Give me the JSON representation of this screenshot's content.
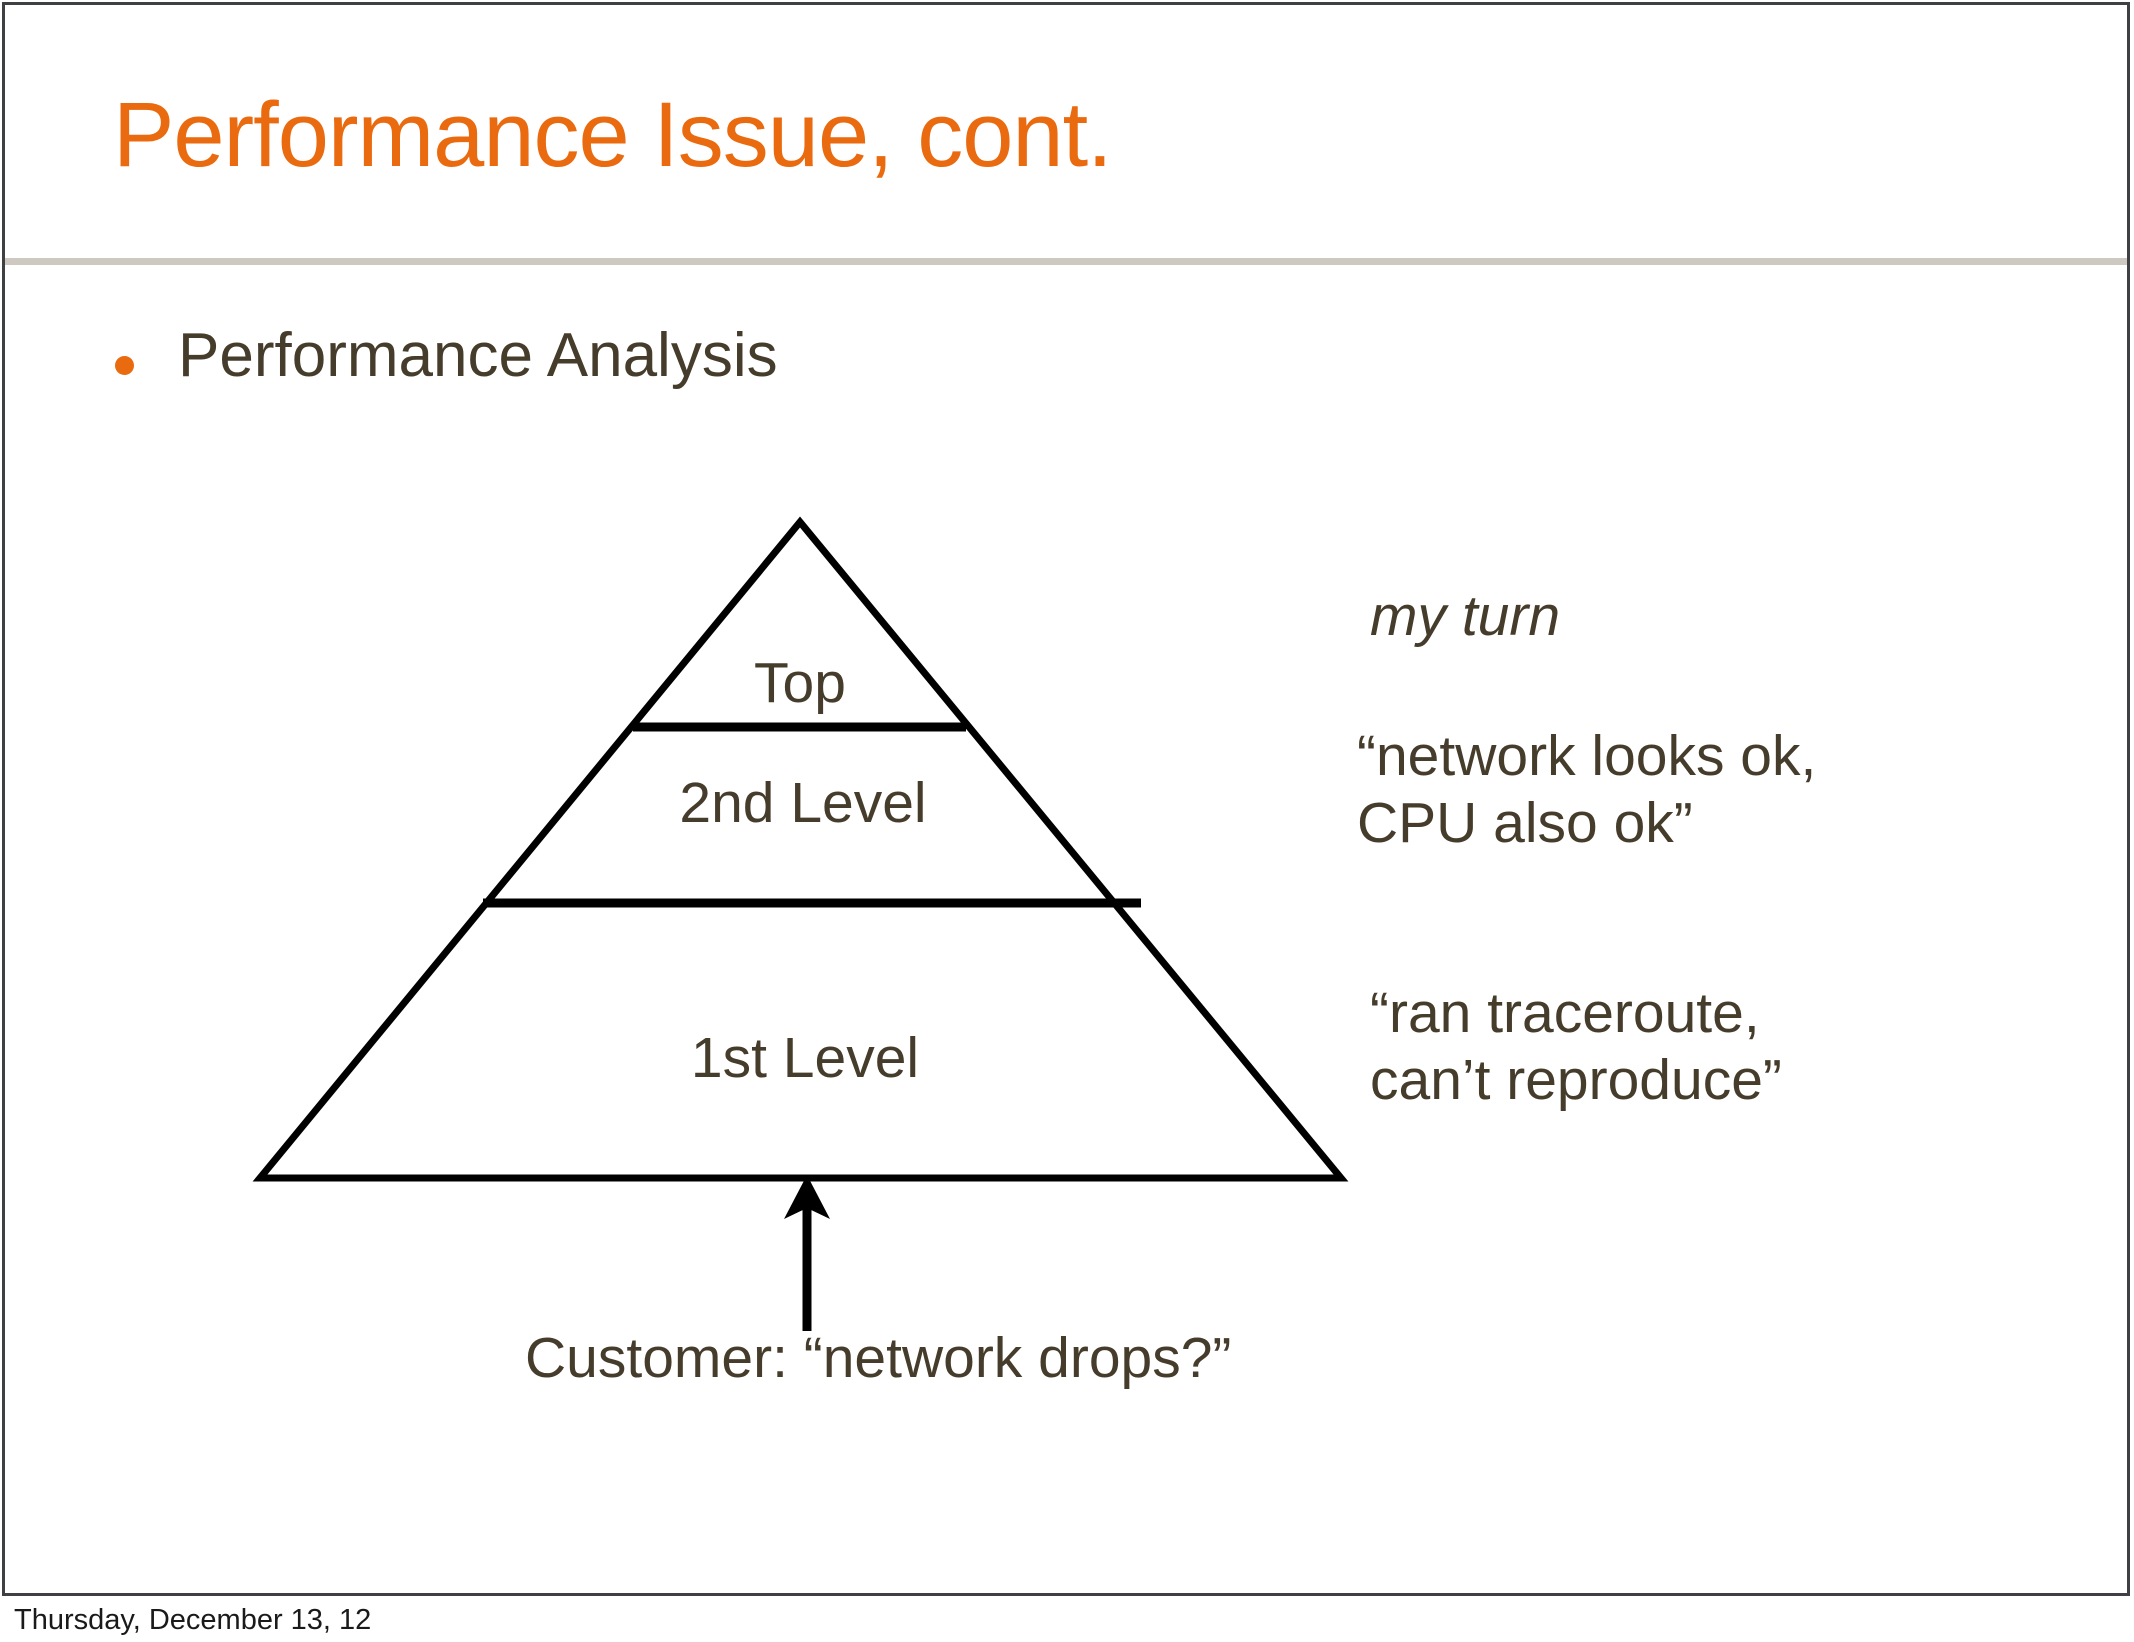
{
  "slide": {
    "title": "Performance Issue, cont.",
    "accent_color": "#ea6a10",
    "text_color": "#453c2b",
    "rule_color": "#cec9c0",
    "frame_color": "#3f4044",
    "bullets": [
      {
        "text": "Performance Analysis",
        "marker": "bullet-dot"
      }
    ],
    "pyramid": {
      "levels": [
        {
          "label": "Top"
        },
        {
          "label": "2nd Level"
        },
        {
          "label": "1st Level"
        }
      ],
      "line_color": "#000000"
    },
    "annotations": [
      {
        "id": "my-turn",
        "text": "my turn",
        "style": "italic"
      },
      {
        "id": "level2",
        "text": "“network looks ok,\nCPU also ok”",
        "style": "normal"
      },
      {
        "id": "level1",
        "text": "“ran traceroute,\ncan’t reproduce”",
        "style": "normal"
      }
    ],
    "caption": "Customer: “network drops?”",
    "arrow": {
      "direction": "up",
      "name": "upward-arrow"
    }
  },
  "footer": {
    "date": "Thursday, December 13, 12"
  }
}
